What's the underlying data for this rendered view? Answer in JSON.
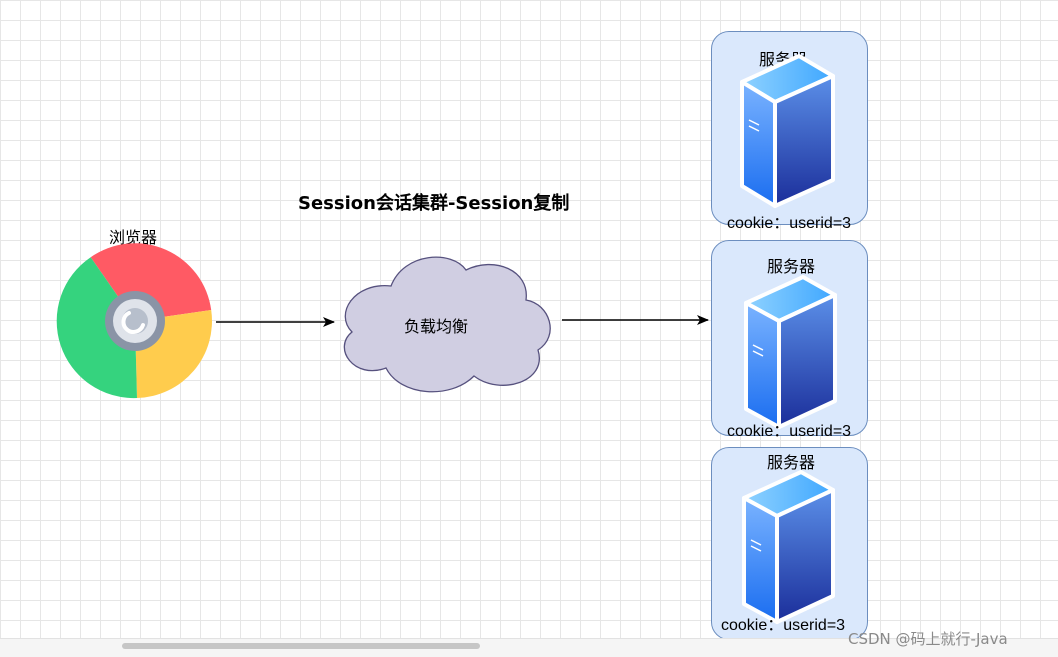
{
  "diagram": {
    "title": "Session会话集群-Session复制",
    "browser": {
      "label": "浏览器",
      "icon": "chrome-browser-icon"
    },
    "load_balancer": {
      "label": "负载均衡",
      "fill": "#d0cee2",
      "stroke": "#56517e"
    },
    "servers": [
      {
        "label": "服务器",
        "cookie": "cookie：userid=3"
      },
      {
        "label": "服务器",
        "cookie": "cookie：userid=3"
      },
      {
        "label": "服务器",
        "cookie": "cookie：userid=3"
      }
    ],
    "colors": {
      "server_box_fill": "#dae8fc",
      "server_box_stroke": "#6c8ebf",
      "chrome_red": "#ff5a64",
      "chrome_yellow": "#ffcc4d",
      "chrome_green": "#35d37e"
    }
  },
  "watermark": "CSDN @码上就行-Java"
}
